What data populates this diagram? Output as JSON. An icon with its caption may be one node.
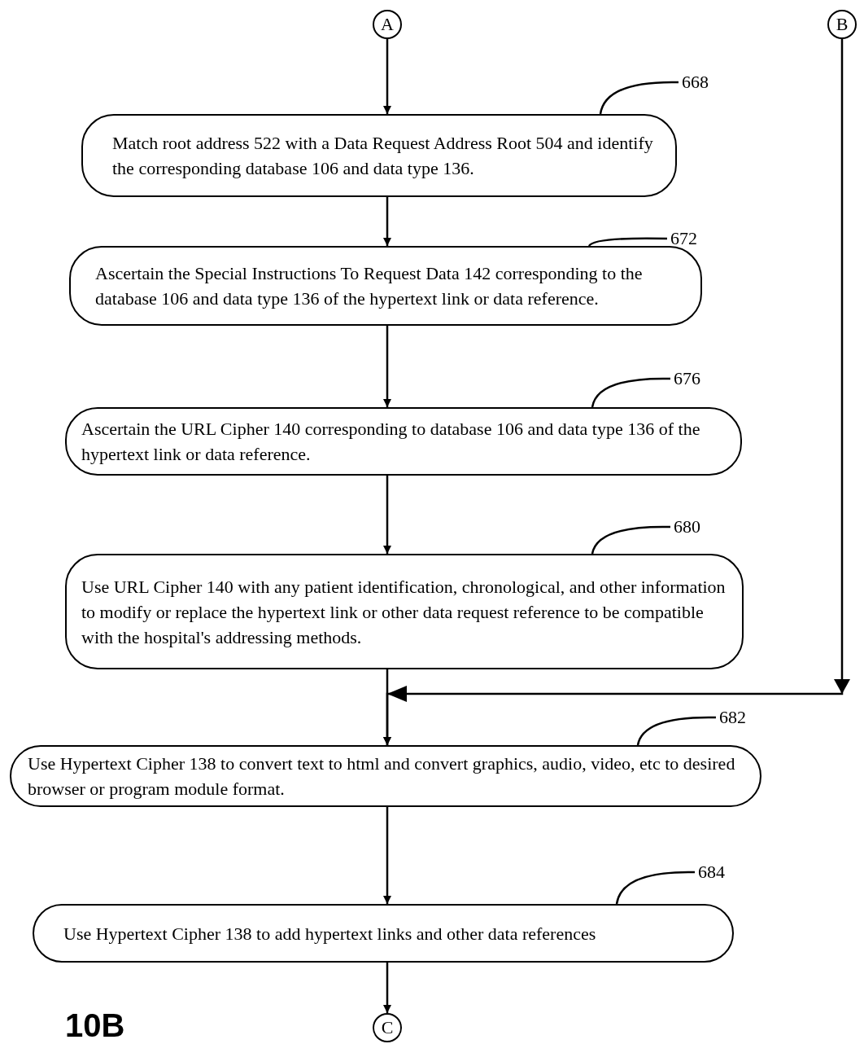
{
  "diagram": {
    "nodes": [
      {
        "text": [
          "A"
        ]
      },
      {
        "text": [
          "B"
        ]
      },
      {
        "text": [
          "Match root address 522 with a Data Request Address Root 504 and identify the corresponding database 106 and data type 136."
        ]
      },
      {
        "text": [
          "Ascertain the Special Instructions To Request Data 142 corresponding to the database 106 and data type 136 of the hypertext link or data reference."
        ]
      },
      {
        "text": [
          "Ascertain the URL Cipher 140 corresponding to database 106 and data type 136 of the hypertext link or data reference."
        ]
      },
      {
        "text": [
          "Use URL Cipher 140 with any patient identification, chronological, and other information to modify or replace the hypertext link or other data request reference to be compatible with the hospital's addressing methods."
        ]
      },
      {
        "text": [
          "Use Hypertext Cipher 138 to convert text to html and convert graphics, audio, video, etc to desired browser or program module format."
        ]
      },
      {
        "text": [
          "Use Hypertext Cipher 138 to add hypertext links and other data references"
        ]
      },
      {
        "text": [
          "C"
        ]
      },
      {
        "text": [
          "668"
        ]
      },
      {
        "text": [
          "672"
        ]
      },
      {
        "text": [
          "676"
        ]
      },
      {
        "text": [
          "680"
        ]
      },
      {
        "text": [
          "682"
        ]
      },
      {
        "text": [
          "684"
        ]
      }
    ],
    "edges": [
      {
        "from": 0,
        "to": 2,
        "arrow": "to"
      },
      {
        "from": 2,
        "to": 3,
        "arrow": "to"
      },
      {
        "from": 3,
        "to": 4,
        "arrow": "to"
      },
      {
        "from": 4,
        "to": 5,
        "arrow": "to"
      },
      {
        "from": 5,
        "to": 6,
        "arrow": "to"
      },
      {
        "from": 1,
        "to": 6,
        "arrow": "to"
      },
      {
        "from": 6,
        "to": 7,
        "arrow": "to"
      },
      {
        "from": 7,
        "to": 8,
        "arrow": "to"
      },
      {
        "from": 9,
        "to": 2,
        "arrow": "none"
      },
      {
        "from": 10,
        "to": 3,
        "arrow": "none"
      },
      {
        "from": 11,
        "to": 4,
        "arrow": "none"
      },
      {
        "from": 12,
        "to": 5,
        "arrow": "none"
      },
      {
        "from": 13,
        "to": 6,
        "arrow": "none"
      },
      {
        "from": 14,
        "to": 7,
        "arrow": "none"
      }
    ],
    "labels": [
      "10B"
    ]
  }
}
